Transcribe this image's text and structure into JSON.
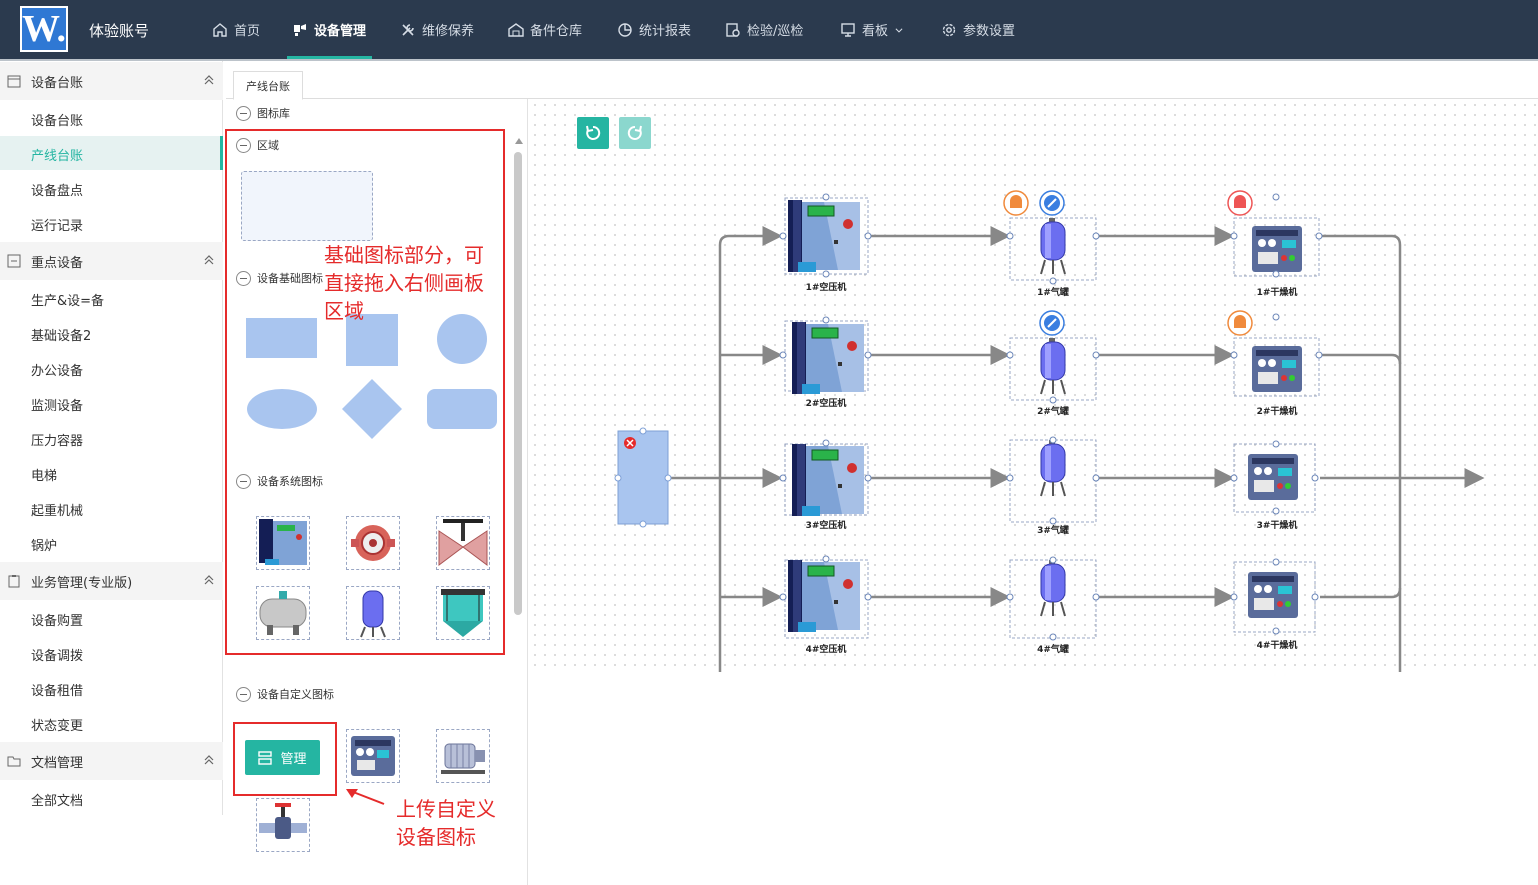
{
  "header": {
    "logo": "W.",
    "account": "体验账号",
    "nav": [
      {
        "label": "首页",
        "icon": "home-icon"
      },
      {
        "label": "设备管理",
        "icon": "device-icon"
      },
      {
        "label": "维修保养",
        "icon": "wrench-icon"
      },
      {
        "label": "备件仓库",
        "icon": "warehouse-icon"
      },
      {
        "label": "统计报表",
        "icon": "chart-icon"
      },
      {
        "label": "检验/巡检",
        "icon": "inspect-icon"
      },
      {
        "label": "看板",
        "icon": "board-icon"
      },
      {
        "label": "参数设置",
        "icon": "gear-icon"
      }
    ],
    "accent": "#25b5a2",
    "bg": "#2b3a4e"
  },
  "sidebar": {
    "groups": [
      {
        "label": "设备台账",
        "items": [
          "设备台账",
          "产线台账",
          "设备盘点",
          "运行记录"
        ]
      },
      {
        "label": "重点设备",
        "items": [
          "生产&设=备",
          "基础设备2",
          "办公设备",
          "监测设备",
          "压力容器",
          "电梯",
          "起重机械",
          "锅炉"
        ]
      },
      {
        "label": "业务管理(专业版)",
        "items": [
          "设备购置",
          "设备调拨",
          "设备租借",
          "状态变更"
        ]
      },
      {
        "label": "文档管理",
        "items": [
          "全部文档"
        ]
      }
    ],
    "active_item": "产线台账"
  },
  "tabs": [
    "产线台账"
  ],
  "library": {
    "root": "图标库",
    "sections": [
      "区域",
      "设备基础图标",
      "设备系统图标",
      "设备自定义图标"
    ],
    "manage_button": "管理"
  },
  "annotations": {
    "basic": "基础图标部分，可直接拖入右侧画板区域",
    "custom": "上传自定义设备图标"
  },
  "canvas": {
    "compressors": [
      "1#空压机",
      "2#空压机",
      "3#空压机",
      "4#空压机"
    ],
    "tanks": [
      "1#气罐",
      "2#气罐",
      "3#气罐",
      "4#气罐"
    ],
    "dryers": [
      "1#干燥机",
      "2#干燥机",
      "3#干燥机",
      "4#干燥机"
    ]
  }
}
